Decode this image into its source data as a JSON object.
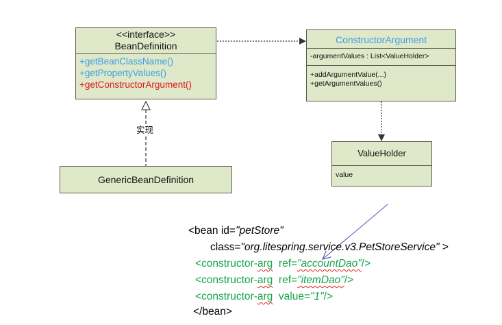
{
  "colors": {
    "box_fill": "#dfe8c8",
    "box_border": "#5b5b4a",
    "blue_method": "#3aa0e8",
    "red_method": "#e01818",
    "green_code": "#16a34a",
    "annotation_arrow": "#5a5ab8"
  },
  "bean_definition": {
    "stereotype": "<<interface>>",
    "name": "BeanDefinition",
    "methods": [
      "+getBeanClassName()",
      "+getPropertyValues()",
      "+getConstructorArgument()"
    ]
  },
  "generic_bean_definition": {
    "name": "GenericBeanDefinition"
  },
  "realization_label": "实现",
  "constructor_argument": {
    "name": "ConstructorArgument",
    "attribute": "-argumentValues : List<ValueHolder>",
    "methods": [
      "+addArgumentValue(...)",
      "+getArgumentValues()"
    ]
  },
  "value_holder": {
    "name": "ValueHolder",
    "attribute": "value"
  },
  "xml": {
    "bean_open_prefix": "<bean id=",
    "bean_id": "\"petStore\"",
    "class_prefix": "class=",
    "class_value": "\"org.litespring.service.v3.PetStoreService\"",
    "class_suffix": " >",
    "ctor1_prefix": "<constructor-",
    "ctor1_arg": "arg",
    "ctor1_attr": "  ref=",
    "ctor1_value": "\"accountDao\"",
    "ctor1_suffix": "/>",
    "ctor2_prefix": "<constructor-",
    "ctor2_arg": "arg",
    "ctor2_attr": "  ref=",
    "ctor2_value": "\"itemDao\"",
    "ctor2_suffix": "/>",
    "ctor3_prefix": "<constructor-",
    "ctor3_arg": "arg",
    "ctor3_attr": "  value=",
    "ctor3_value": "\"1\"",
    "ctor3_suffix": "/>",
    "bean_close": "</bean>"
  }
}
